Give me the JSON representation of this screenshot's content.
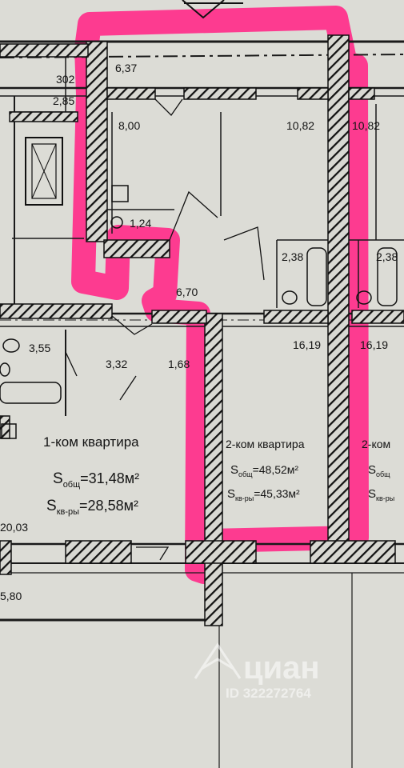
{
  "room_areas": {
    "top_left_upper": "302",
    "top_left_lower": "2,85",
    "corridor_top": "6,37",
    "room_kitchen": "8,00",
    "room_bedroom": "10,82",
    "room_right_edge": "10,82",
    "bath_small": "1,24",
    "bath_a": "2,38",
    "bath_b": "2,38",
    "hall": "6,70",
    "left_bath": "3,55",
    "left_hall": "3,32",
    "left_closet": "1,68",
    "living_a": "16,19",
    "living_b": "16,19",
    "left_room_edge": "20,03",
    "balcony_edge": "5,80"
  },
  "apartments": [
    {
      "title": "1-ком квартира",
      "s_total_label": "S",
      "s_total_sub": "общ",
      "s_total_value": "=31,48м²",
      "s_living_label": "S",
      "s_living_sub": "кв-ры",
      "s_living_value": "=28,58м²"
    },
    {
      "title": "2-ком квартира",
      "s_total_label": "S",
      "s_total_sub": "общ",
      "s_total_value": "=48,52м²",
      "s_living_label": "S",
      "s_living_sub": "кв-ры",
      "s_living_value": "=45,33м²"
    },
    {
      "title": "2-ком",
      "s_total_label": "S",
      "s_total_sub": "общ",
      "s_living_label": "S",
      "s_living_sub": "кв-ры"
    }
  ],
  "watermark": {
    "brand": "циан",
    "id_text": "ID 322272764"
  },
  "colors": {
    "highlight": "#ff2d8a",
    "wall": "#1a1a1a",
    "paper": "#dcdcd6"
  }
}
